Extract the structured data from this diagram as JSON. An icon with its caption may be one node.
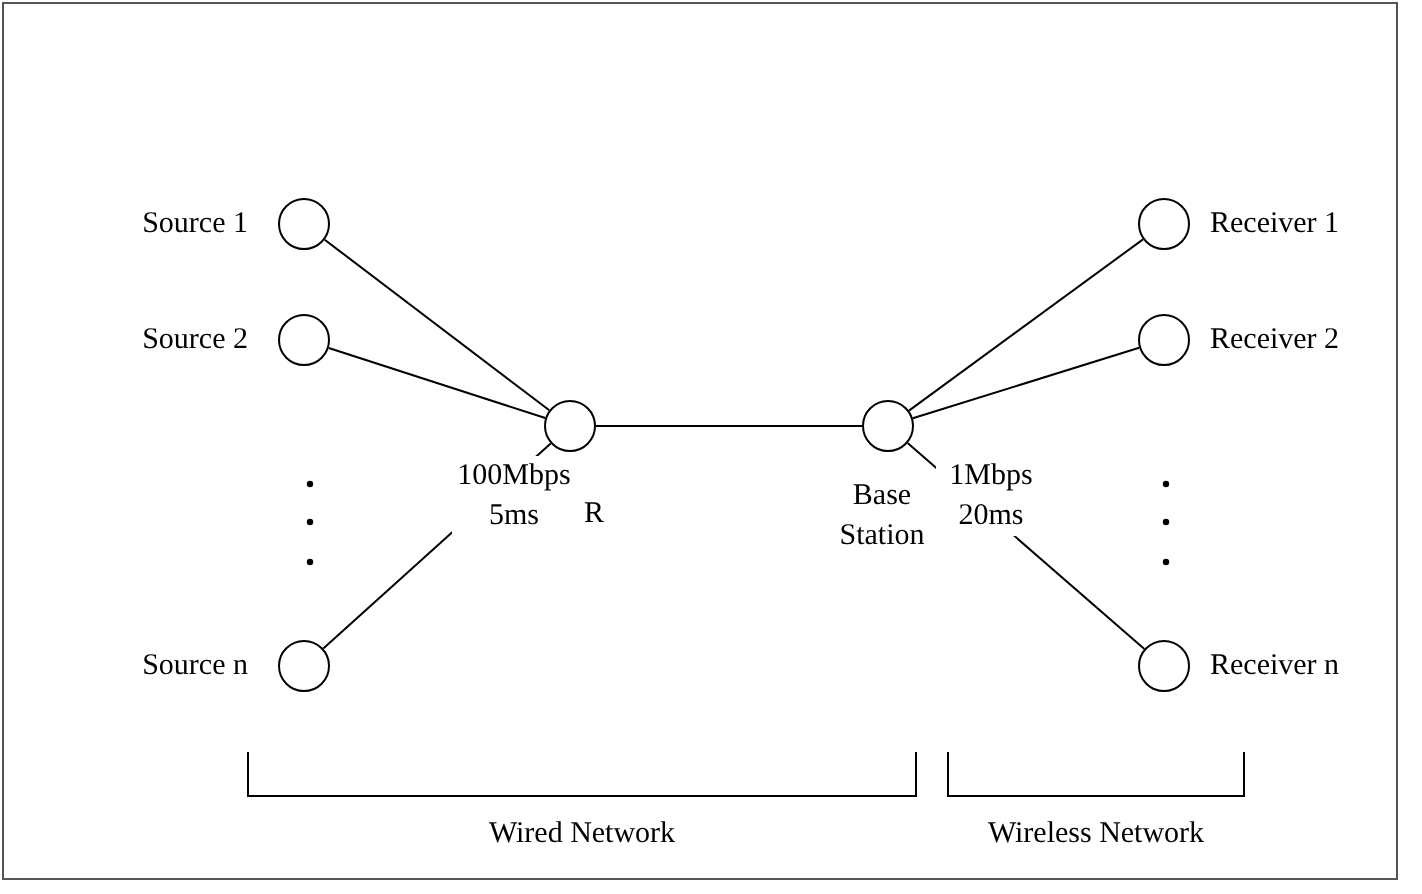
{
  "diagram": {
    "nodes": [
      {
        "text": [],
        "shape": "circle",
        "beside": [
          "Source 1"
        ]
      },
      {
        "text": [],
        "shape": "circle",
        "beside": [
          "Source 2"
        ]
      },
      {
        "text": [],
        "shape": "circle",
        "beside": [
          "Source n"
        ]
      },
      {
        "text": [],
        "shape": "circle",
        "beside": [
          "R"
        ]
      },
      {
        "text": [],
        "shape": "circle",
        "beside": [
          "Base Station"
        ]
      },
      {
        "text": [],
        "shape": "circle",
        "beside": [
          "Receiver 1"
        ]
      },
      {
        "text": [],
        "shape": "circle",
        "beside": [
          "Receiver 2"
        ]
      },
      {
        "text": [],
        "shape": "circle",
        "beside": [
          "Receiver n"
        ]
      }
    ],
    "edges": [
      {
        "from": 0,
        "to": 3,
        "arrow": "none"
      },
      {
        "from": 1,
        "to": 3,
        "arrow": "none"
      },
      {
        "from": 2,
        "to": 3,
        "arrow": "none"
      },
      {
        "from": 3,
        "to": 4,
        "arrow": "none"
      },
      {
        "from": 4,
        "to": 5,
        "arrow": "none"
      },
      {
        "from": 4,
        "to": 6,
        "arrow": "none"
      },
      {
        "from": 4,
        "to": 7,
        "arrow": "none"
      }
    ],
    "labels": [
      "100Mbps 5ms",
      "1Mbps 20ms",
      "Wired Network",
      "Wireless Network"
    ]
  }
}
